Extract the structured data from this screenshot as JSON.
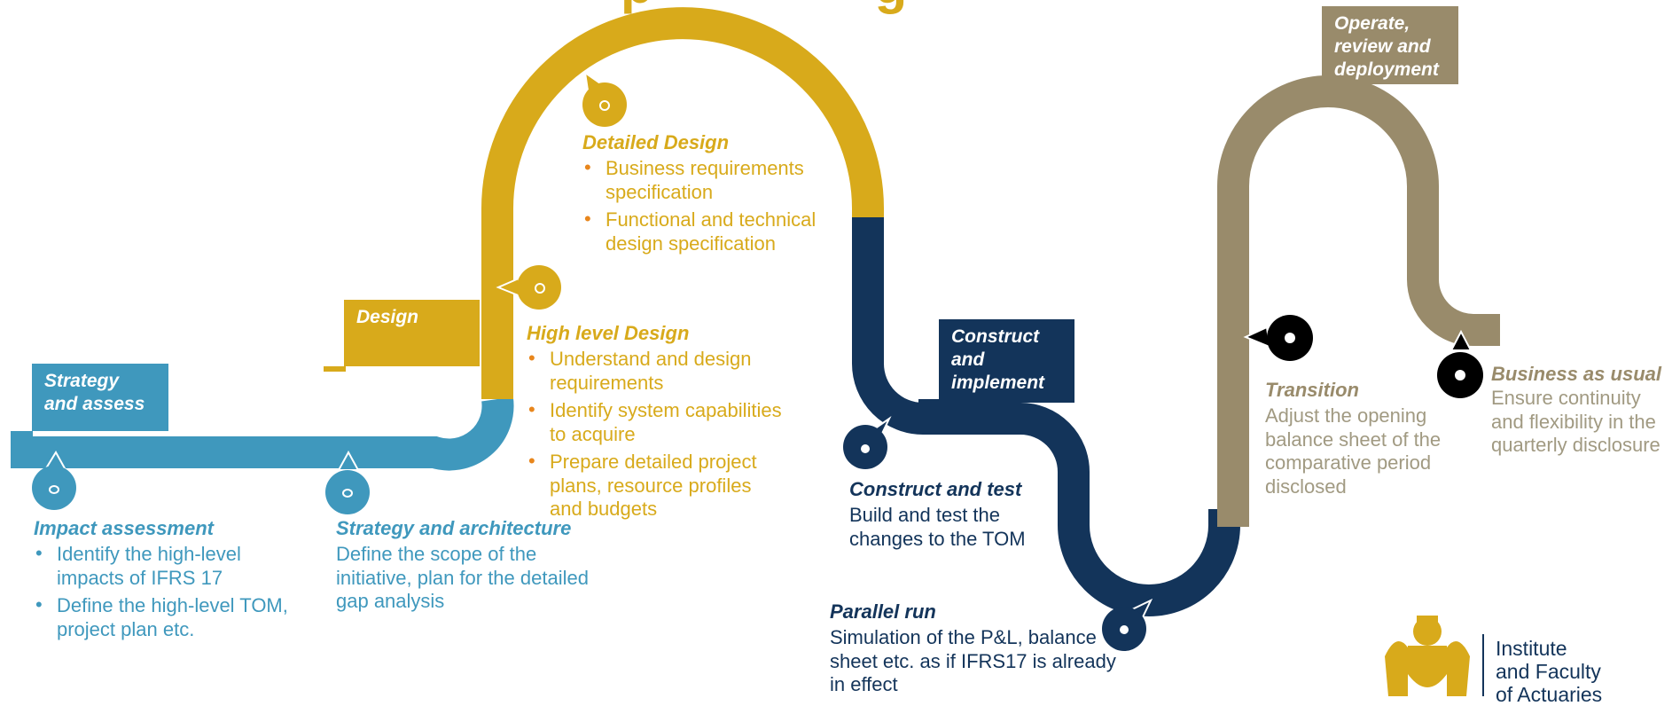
{
  "title": "p ... g",
  "colors": {
    "strategy": "#3f98bd",
    "design": "#d8aa1b",
    "construct": "#13345a",
    "operate": "#998b6b"
  },
  "phases": {
    "strategy": "Strategy and assess",
    "design": "Design",
    "construct": "Construct and implement",
    "operate": "Operate, review and deployment"
  },
  "steps": {
    "impact": {
      "title": "Impact assessment",
      "bullets": [
        "Identify the high-level impacts of IFRS 17",
        "Define the high-level TOM, project plan etc."
      ]
    },
    "strategy_arch": {
      "title": "Strategy and architecture",
      "text": "Define the scope of the initiative, plan for the detailed gap analysis"
    },
    "high_level": {
      "title": "High level Design",
      "bullets": [
        "Understand and design requirements",
        "Identify system capabilities to acquire",
        "Prepare detailed project plans, resource profiles and budgets"
      ]
    },
    "detailed": {
      "title": "Detailed Design",
      "bullets": [
        "Business requirements specification",
        "Functional and technical design specification"
      ]
    },
    "construct_test": {
      "title": "Construct and test",
      "text": "Build and test the changes to the TOM"
    },
    "parallel": {
      "title": "Parallel run",
      "text": "Simulation of the P&L, balance sheet etc. as if IFRS17 is already in effect"
    },
    "transition": {
      "title": "Transition",
      "text": "Adjust the opening balance sheet of the comparative period disclosed"
    },
    "bau": {
      "title": "Business as usual",
      "text": "Ensure continuity and flexibility in the quarterly disclosure"
    }
  },
  "logo": {
    "line1": "Institute",
    "line2": "and Faculty",
    "line3": "of Actuaries"
  }
}
